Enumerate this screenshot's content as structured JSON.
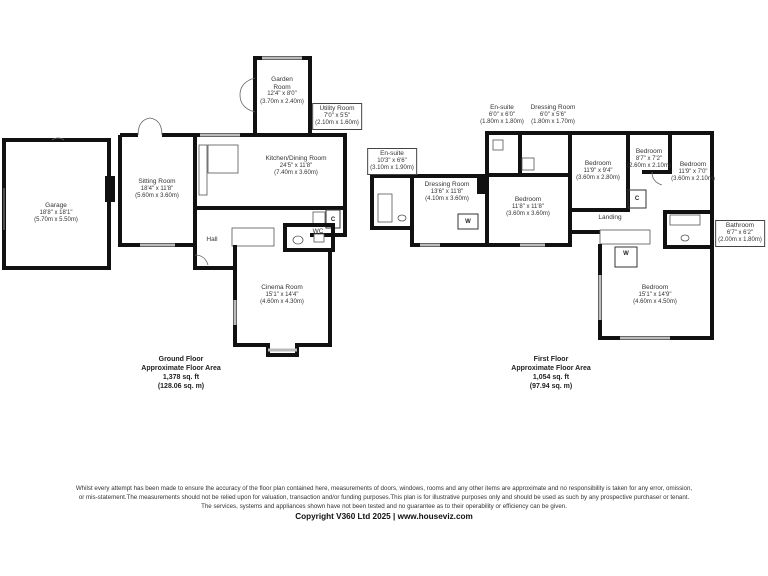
{
  "ground_floor": {
    "title": "Ground Floor",
    "area_label": "Approximate Floor Area",
    "area_sqft": "1,378 sq. ft",
    "area_sqm": "(128.06 sq. m)",
    "rooms": {
      "garage": {
        "name": "Garage",
        "imperial": "18'8\" x 18'1\"",
        "metric": "(5.70m x 5.50m)"
      },
      "sitting": {
        "name": "Sitting Room",
        "imperial": "18'4\" x 11'8\"",
        "metric": "(5.60m x 3.60m)"
      },
      "garden": {
        "name": "Garden",
        "name2": "Room",
        "imperial": "12'4\" x 8'0\"",
        "metric": "(3.70m x 2.40m)"
      },
      "utility": {
        "name": "Utility Room",
        "imperial": "7'0\" x 5'5\"",
        "metric": "(2.10m x 1.60m)"
      },
      "kitchen": {
        "name": "Kitchen/Dining Room",
        "imperial": "24'5\" x 11'8\"",
        "metric": "(7.40m x 3.60m)"
      },
      "hall": {
        "name": "Hall"
      },
      "wc": {
        "name": "WC"
      },
      "cinema": {
        "name": "Cinema Room",
        "imperial": "15'1\" x 14'4\"",
        "metric": "(4.60m x 4.30m)"
      }
    },
    "cupboard": "C"
  },
  "first_floor": {
    "title": "First Floor",
    "area_label": "Approximate Floor Area",
    "area_sqft": "1,054 sq. ft",
    "area_sqm": "(97.94 sq. m)",
    "rooms": {
      "ensuite1": {
        "name": "En-suite",
        "imperial": "10'3\" x 6'6\"",
        "metric": "(3.10m x 1.90m)"
      },
      "dressing1": {
        "name": "Dressing Room",
        "imperial": "13'6\" x 11'8\"",
        "metric": "(4.10m x 3.60m)"
      },
      "ensuite2": {
        "name": "En-suite",
        "imperial": "6'0\" x 6'0\"",
        "metric": "(1.80m x 1.80m)"
      },
      "dressing2": {
        "name": "Dressing Room",
        "imperial": "6'0\" x 5'6\"",
        "metric": "(1.80m x 1.70m)"
      },
      "bedroom1": {
        "name": "Bedroom",
        "imperial": "11'8\" x 11'8\"",
        "metric": "(3.60m x 3.60m)"
      },
      "bedroom2": {
        "name": "Bedroom",
        "imperial": "11'9\" x 9'4\"",
        "metric": "(3.60m x 2.80m)"
      },
      "bedroom3": {
        "name": "Bedroom",
        "imperial": "8'7\" x 7'2\"",
        "metric": "(2.60m x 2.10m)"
      },
      "bedroom4": {
        "name": "Bedroom",
        "imperial": "11'9\" x 7'0\"",
        "metric": "(3.60m x 2.10m)"
      },
      "landing": {
        "name": "Landing"
      },
      "bathroom": {
        "name": "Bathroom",
        "imperial": "6'7\" x 6'2\"",
        "metric": "(2.00m x 1.80m)"
      },
      "bedroom5": {
        "name": "Bedroom",
        "imperial": "15'1\" x 14'9\"",
        "metric": "(4.60m x 4.50m)"
      }
    },
    "wardrobe": "W",
    "cupboard": "C"
  },
  "disclaimer": {
    "line1": "Whilst every attempt has been made to ensure the accuracy of the floor plan contained here, measurements of doors, windows, rooms and any other items are approximate and no responsibility is taken for any error, omission,",
    "line2": "or mis-statement.The measurements should not be relied upon for valuation, transaction and/or funding purposes.This plan is for illustrative purposes only and should be used as such by any prospective purchaser or tenant.",
    "line3": "The services, systems and appliances shown have not been tested and no guarantee as to their operability or efficiency can be given."
  },
  "copyright": "Copyright V360 Ltd 2025 | www.houseviz.com"
}
